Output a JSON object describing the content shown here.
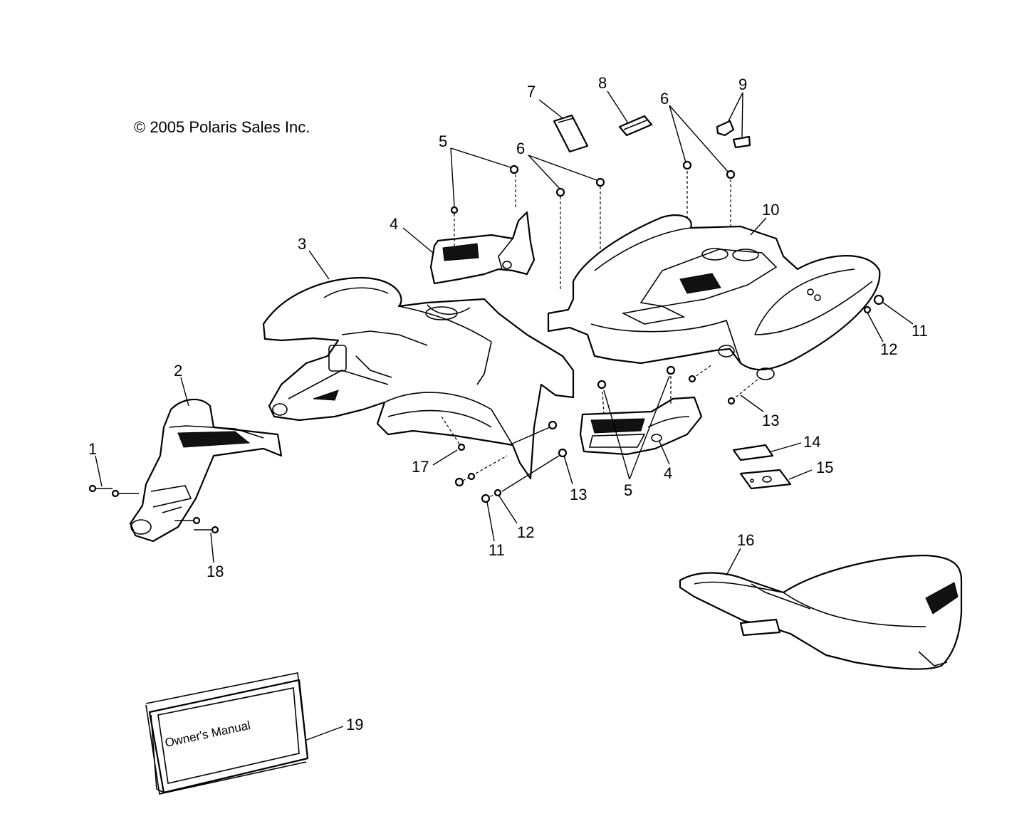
{
  "copyright": "© 2005 Polaris Sales Inc.",
  "manual_label": "Owner's Manual",
  "callouts": [
    "1",
    "2",
    "3",
    "4",
    "5",
    "6",
    "7",
    "8",
    "9",
    "10",
    "11",
    "12",
    "13",
    "14",
    "15",
    "16",
    "17",
    "18",
    "19"
  ],
  "colors": {
    "line": "#000000",
    "background": "#ffffff"
  }
}
